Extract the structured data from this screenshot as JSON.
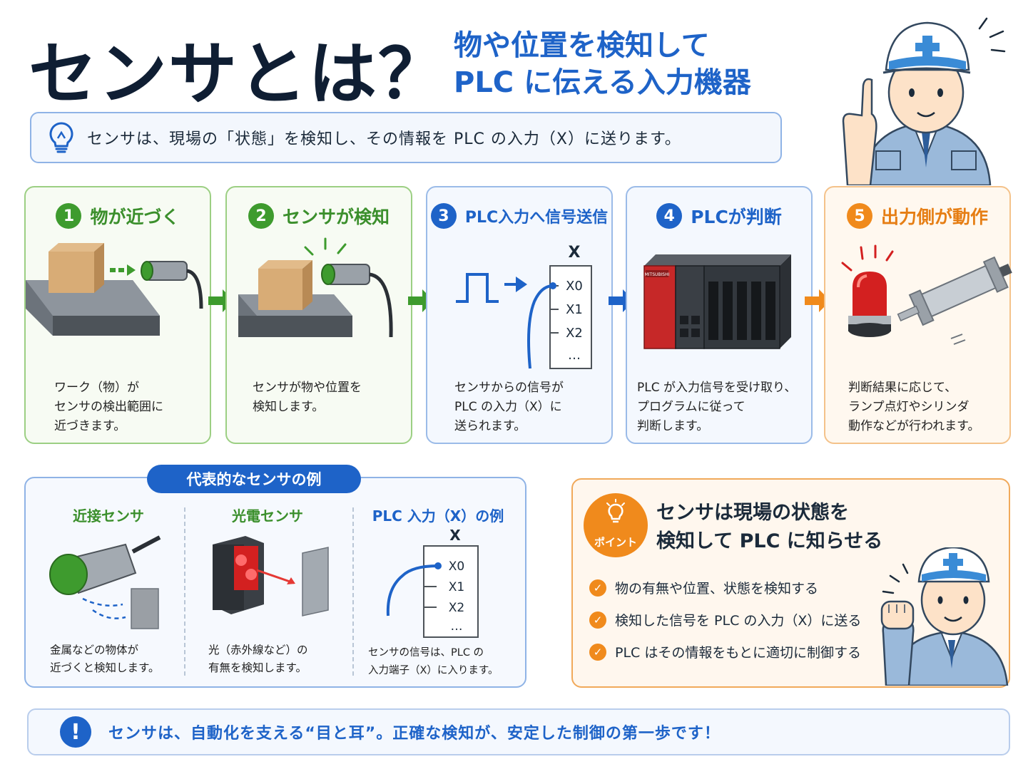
{
  "title": {
    "main": "センサとは？",
    "sub_line1": "物や位置を検知して",
    "sub_line2": "PLC に伝える入力機器"
  },
  "intro": {
    "icon": "lightbulb-icon",
    "text": "センサは、現場の「状態」を検知し、その情報を PLC の入力（X）に送ります。"
  },
  "steps": [
    {
      "num": "1",
      "label": "物が近づく",
      "desc": "ワーク（物）が\nセンサの検出範囲に\n近づきます。"
    },
    {
      "num": "2",
      "label": "センサが検知",
      "desc": "センサが物や位置を\n検知します。"
    },
    {
      "num": "3",
      "label": "PLC入力へ信号送信",
      "desc": "センサからの信号が\nPLC の入力（X）に\n送られます。",
      "terminal": {
        "header": "X",
        "rows": [
          "X0",
          "X1",
          "X2",
          "…"
        ]
      }
    },
    {
      "num": "4",
      "label": "PLCが判断",
      "desc": "PLC が入力信号を受け取り、\nプログラムに従って\n判断します。",
      "plc_brand": "MITSUBISHI"
    },
    {
      "num": "5",
      "label": "出力側が動作",
      "desc": "判断結果に応じて、\nランプ点灯やシリンダ\n動作などが行われます。"
    }
  ],
  "examples": {
    "title": "代表的なセンサの例",
    "columns": [
      {
        "title": "近接センサ",
        "desc": "金属などの物体が\n近づくと検知します。"
      },
      {
        "title": "光電センサ",
        "desc": "光（赤外線など）の\n有無を検知します。"
      },
      {
        "title": "PLC 入力（X）の例",
        "desc": "センサの信号は、PLC の\n入力端子（X）に入ります。",
        "terminal": {
          "header": "X",
          "rows": [
            "X0",
            "X1",
            "X2",
            "…"
          ]
        }
      }
    ]
  },
  "point": {
    "badge": "ポイント",
    "title_line1": "センサは現場の状態を",
    "title_line2": "検知して PLC に知らせる",
    "items": [
      "物の有無や位置、状態を検知する",
      "検知した信号を PLC の入力（X）に送る",
      "PLC はその情報をもとに適切に制御する"
    ]
  },
  "bottom": {
    "icon": "exclamation-icon",
    "text": "センサは、自動化を支える“目と耳”。正確な検知が、安定した制御の第一歩です！"
  },
  "colors": {
    "navy": "#0f1e33",
    "blue": "#1e63c8",
    "green": "#3e9b2e",
    "orange": "#f08a1c"
  }
}
